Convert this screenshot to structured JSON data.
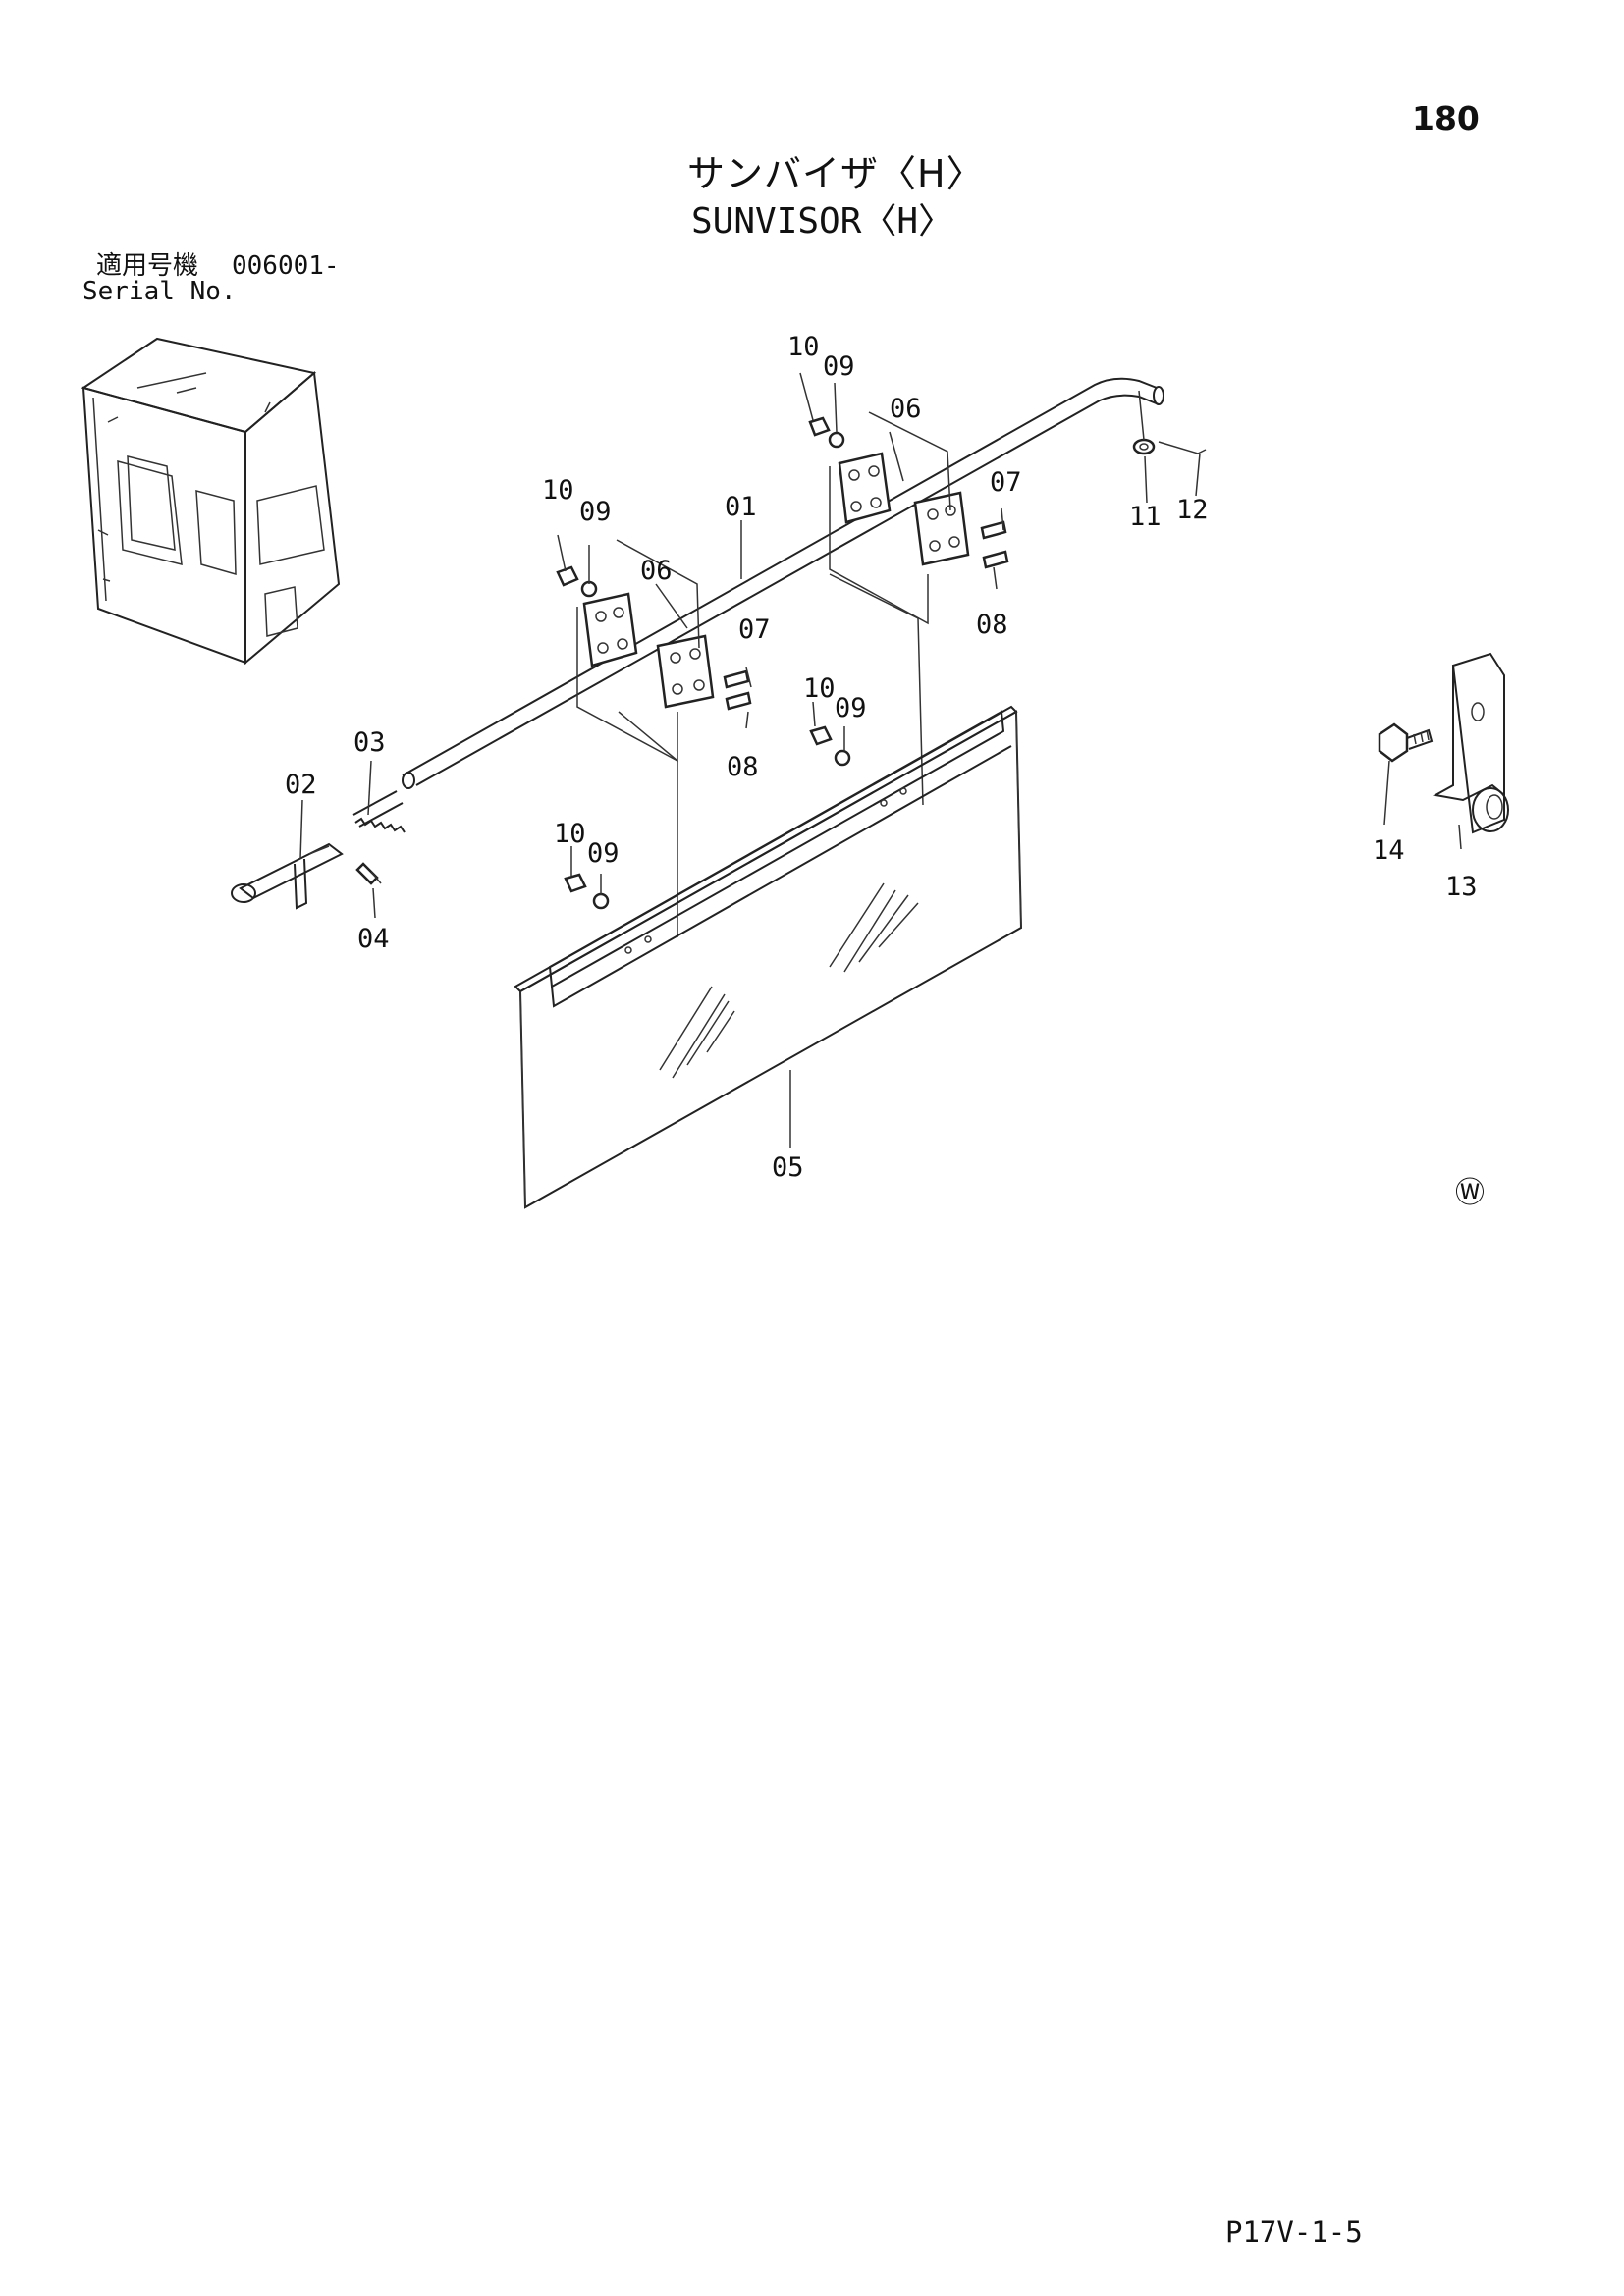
{
  "page_number": "180",
  "title_jp": "サンバイザ〈H〉",
  "title_en": "SUNVISOR〈H〉",
  "serial": {
    "label_jp": "適用号機",
    "value": "006001-",
    "label_en": "Serial No."
  },
  "callouts": {
    "c01": "01",
    "c02": "02",
    "c03": "03",
    "c04": "04",
    "c05": "05",
    "c06a": "06",
    "c06b": "06",
    "c07a": "07",
    "c07b": "07",
    "c08a": "08",
    "c08b": "08",
    "c09a": "09",
    "c09b": "09",
    "c09c": "09",
    "c09d": "09",
    "c10a": "10",
    "c10b": "10",
    "c10c": "10",
    "c10d": "10",
    "c11": "11",
    "c12": "12",
    "c13": "13",
    "c14": "14"
  },
  "mark": "Ⓦ",
  "footer_code": "P17V-1-5"
}
